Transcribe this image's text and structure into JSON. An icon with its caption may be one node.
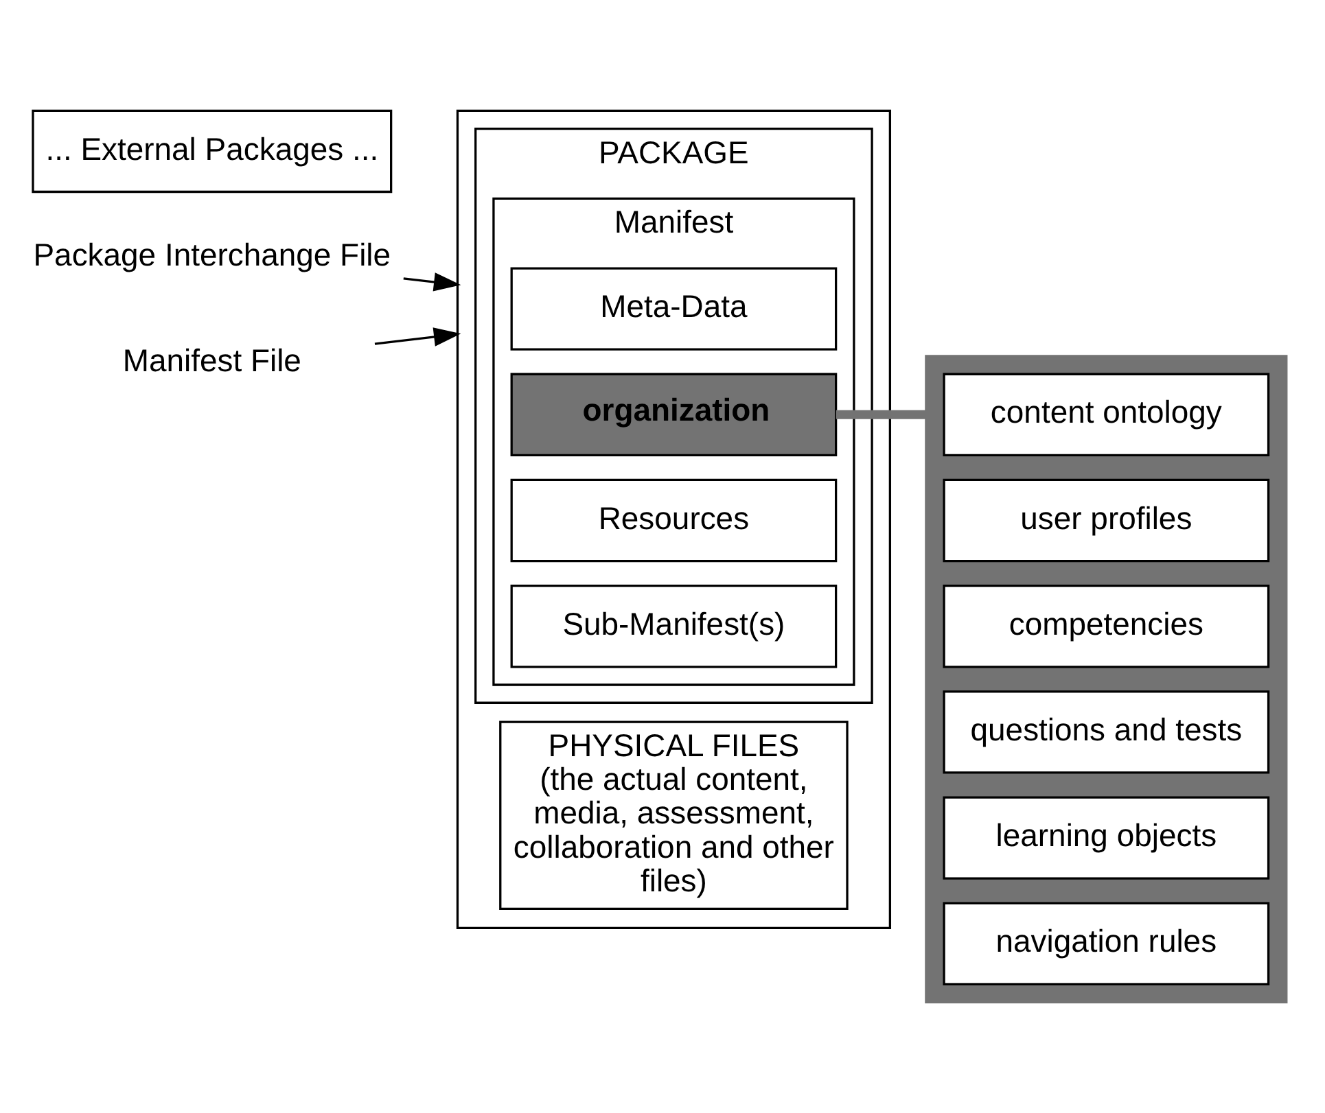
{
  "diagram": {
    "nodes": [
      {
        "text": [],
        "shape": "box"
      },
      {
        "text": [
          "PACKAGE"
        ],
        "in": 0
      },
      {
        "text": [
          "Manifest"
        ],
        "in": 1
      },
      {
        "text": [
          "Meta-Data"
        ],
        "in": 2
      },
      {
        "text": [
          "organization"
        ],
        "in": 2
      },
      {
        "text": [
          "Resources"
        ],
        "in": 2
      },
      {
        "text": [
          "Sub-Manifest(s)"
        ],
        "in": 2
      },
      {
        "text": [
          "PHYSICAL FILES",
          "(the actual content, media, assessment, collaboration and other files)"
        ],
        "in": 0
      },
      {
        "text": [
          "... External Packages ..."
        ]
      },
      {
        "text": [],
        "shape": "box"
      },
      {
        "text": [
          "content ontology"
        ],
        "in": 9
      },
      {
        "text": [
          "user profiles"
        ],
        "in": 9
      },
      {
        "text": [
          "competencies"
        ],
        "in": 9
      },
      {
        "text": [
          "questions and tests"
        ],
        "in": 9
      },
      {
        "text": [
          "learning objects"
        ],
        "in": 9
      },
      {
        "text": [
          "navigation rules"
        ],
        "in": 9
      },
      {
        "text": [
          "Package Interchange File"
        ]
      },
      {
        "text": [
          "Manifest File"
        ]
      }
    ],
    "edges": [
      {
        "from": 4,
        "to": 9,
        "arrow": "none",
        "style": "thick",
        "color": "#737373"
      },
      {
        "from": 16,
        "to": 0,
        "arrow": "to"
      },
      {
        "from": 17,
        "to": 0,
        "arrow": "to"
      }
    ]
  }
}
